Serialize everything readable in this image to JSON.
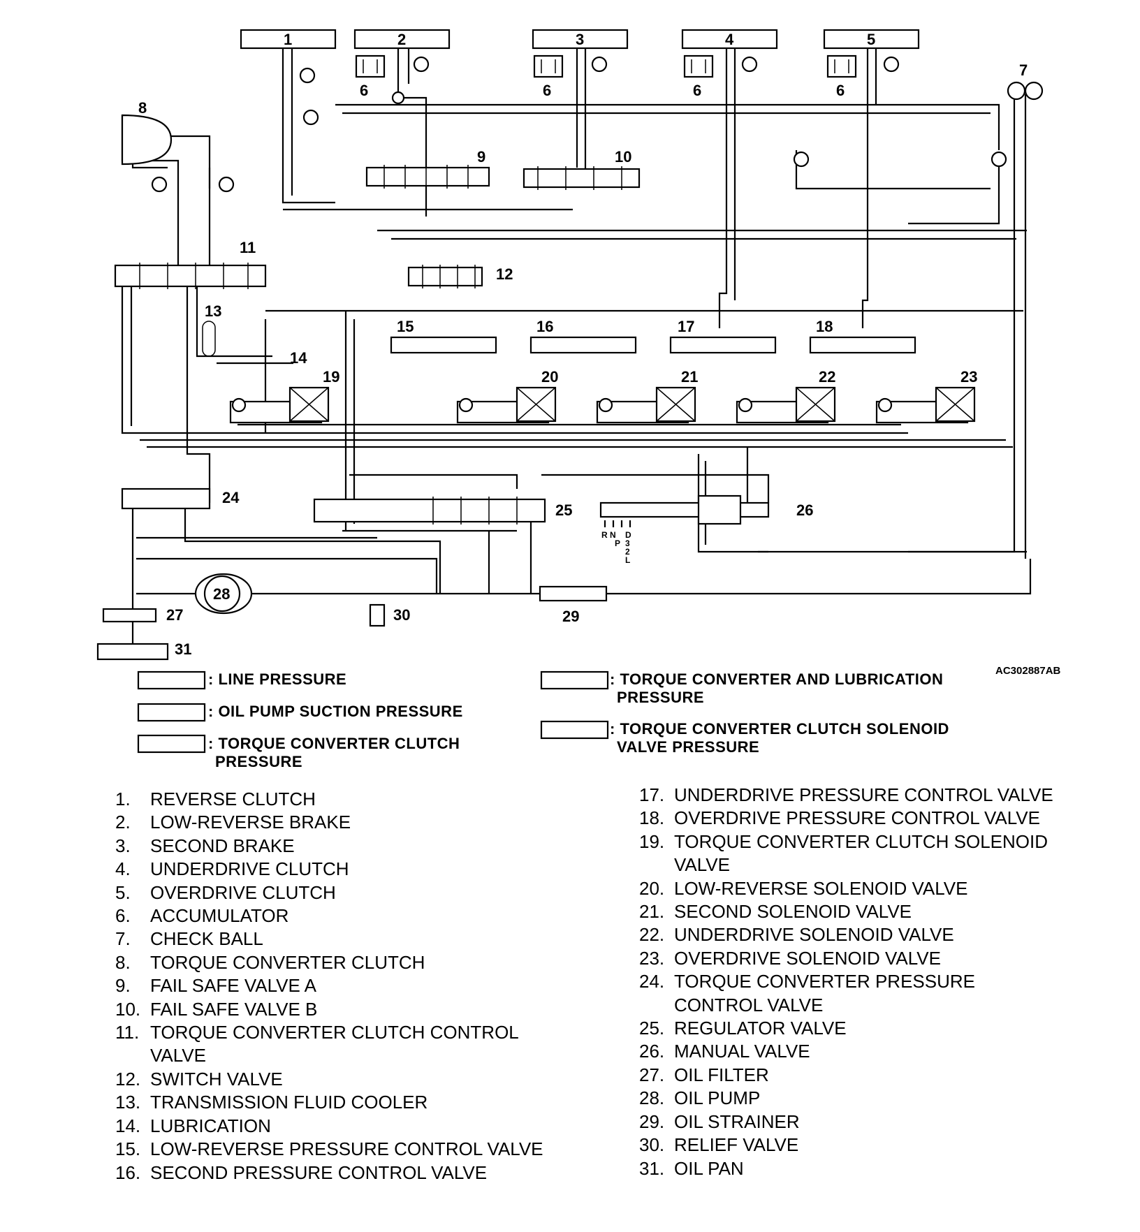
{
  "figure_code": "AC302887AB",
  "component_numbers": [
    "1",
    "2",
    "3",
    "4",
    "5",
    "6",
    "7",
    "8",
    "9",
    "10",
    "11",
    "12",
    "13",
    "14",
    "15",
    "16",
    "17",
    "18",
    "19",
    "20",
    "21",
    "22",
    "23",
    "24",
    "25",
    "26",
    "27",
    "28",
    "29",
    "30",
    "31"
  ],
  "selector_positions": [
    "R",
    "N",
    "P",
    "D",
    "3",
    "2",
    "L"
  ],
  "pressure_legend": [
    {
      "label": ": LINE PRESSURE"
    },
    {
      "label": ": OIL PUMP SUCTION PRESSURE"
    },
    {
      "label": ": TORQUE CONVERTER CLUTCH",
      "label2": "PRESSURE"
    },
    {
      "label": ": TORQUE CONVERTER AND LUBRICATION",
      "label2": "PRESSURE"
    },
    {
      "label": ": TORQUE CONVERTER CLUTCH SOLENOID",
      "label2": "VALVE PRESSURE"
    }
  ],
  "parts_left": [
    {
      "num": "1.",
      "name": "REVERSE CLUTCH"
    },
    {
      "num": "2.",
      "name": "LOW-REVERSE BRAKE"
    },
    {
      "num": "3.",
      "name": "SECOND BRAKE"
    },
    {
      "num": "4.",
      "name": "UNDERDRIVE CLUTCH"
    },
    {
      "num": "5.",
      "name": "OVERDRIVE CLUTCH"
    },
    {
      "num": "6.",
      "name": "ACCUMULATOR"
    },
    {
      "num": "7.",
      "name": "CHECK BALL"
    },
    {
      "num": "8.",
      "name": "TORQUE CONVERTER CLUTCH"
    },
    {
      "num": "9.",
      "name": "FAIL SAFE VALVE A"
    },
    {
      "num": "10.",
      "name": "FAIL SAFE VALVE B"
    },
    {
      "num": "11.",
      "name": "TORQUE CONVERTER CLUTCH CONTROL",
      "cont": "VALVE"
    },
    {
      "num": "12.",
      "name": "SWITCH VALVE"
    },
    {
      "num": "13.",
      "name": "TRANSMISSION FLUID COOLER"
    },
    {
      "num": "14.",
      "name": "LUBRICATION"
    },
    {
      "num": "15.",
      "name": "LOW-REVERSE PRESSURE CONTROL VALVE"
    },
    {
      "num": "16.",
      "name": "SECOND PRESSURE CONTROL VALVE"
    }
  ],
  "parts_right": [
    {
      "num": "17.",
      "name": "UNDERDRIVE PRESSURE CONTROL VALVE"
    },
    {
      "num": "18.",
      "name": "OVERDRIVE PRESSURE CONTROL VALVE"
    },
    {
      "num": "19.",
      "name": "TORQUE CONVERTER CLUTCH SOLENOID",
      "cont": "VALVE"
    },
    {
      "num": "20.",
      "name": "LOW-REVERSE SOLENOID VALVE"
    },
    {
      "num": "21.",
      "name": "SECOND SOLENOID VALVE"
    },
    {
      "num": "22.",
      "name": "UNDERDRIVE SOLENOID VALVE"
    },
    {
      "num": "23.",
      "name": "OVERDRIVE SOLENOID VALVE"
    },
    {
      "num": "24.",
      "name": "TORQUE CONVERTER PRESSURE",
      "cont": "CONTROL VALVE"
    },
    {
      "num": "25.",
      "name": "REGULATOR VALVE"
    },
    {
      "num": "26.",
      "name": "MANUAL VALVE"
    },
    {
      "num": "27.",
      "name": "OIL FILTER"
    },
    {
      "num": "28.",
      "name": "OIL PUMP"
    },
    {
      "num": "29.",
      "name": "OIL STRAINER"
    },
    {
      "num": "30.",
      "name": "RELIEF VALVE"
    },
    {
      "num": "31.",
      "name": "OIL PAN"
    }
  ]
}
